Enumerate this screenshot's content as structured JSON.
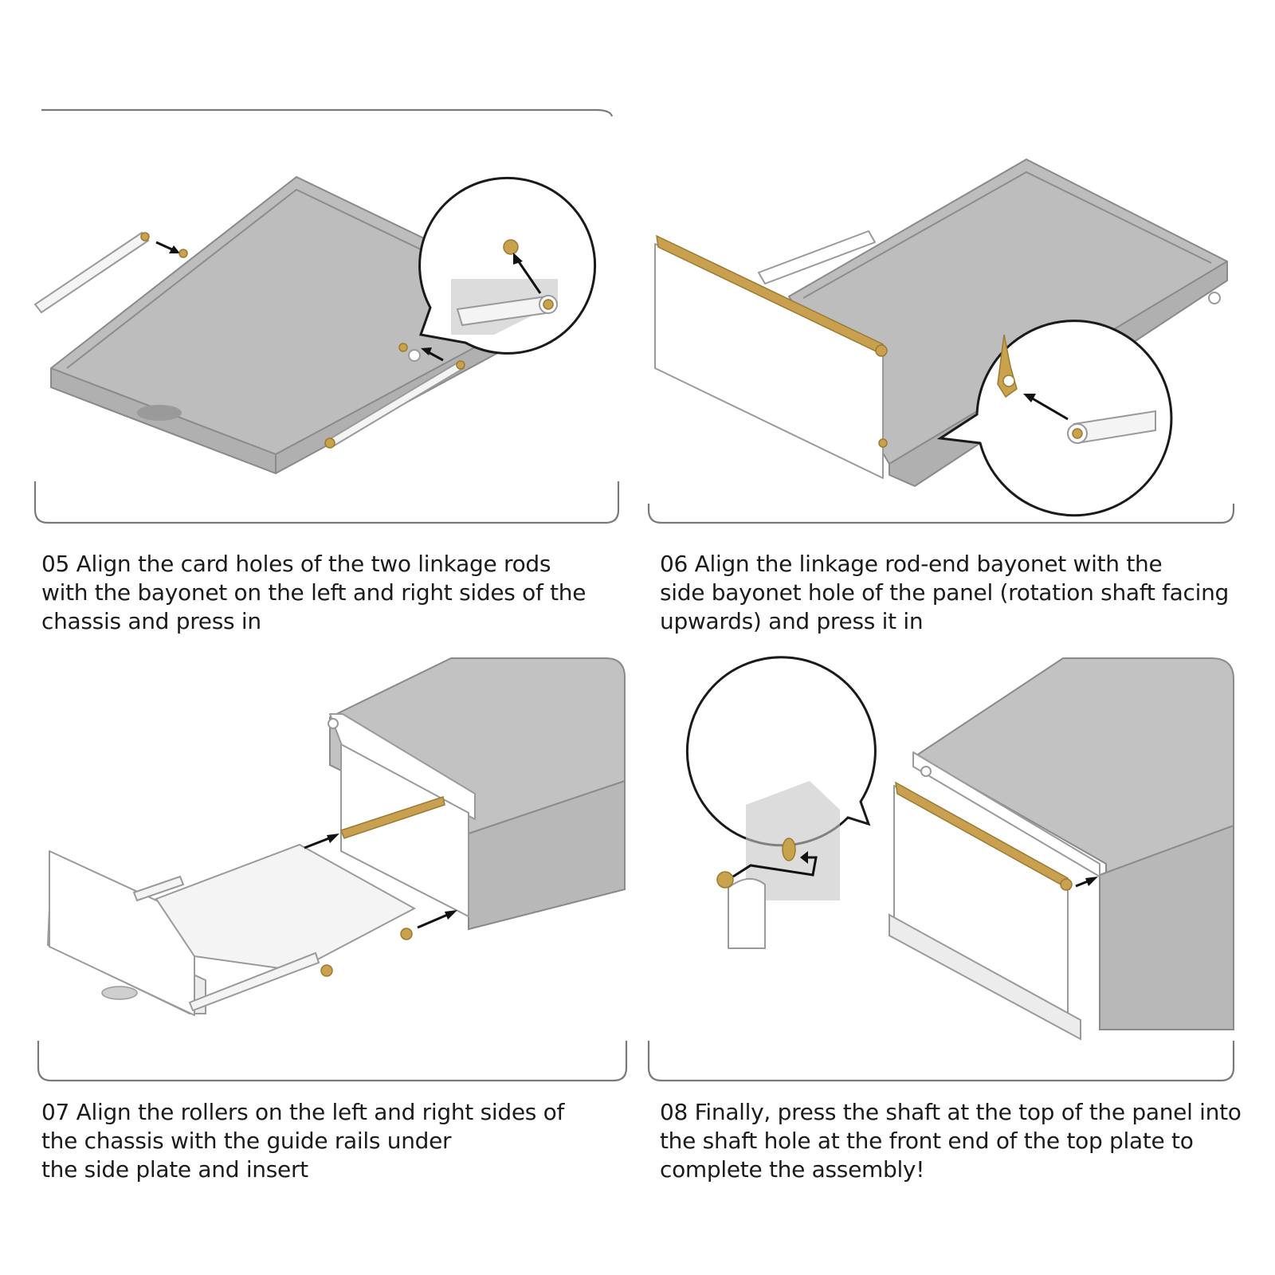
{
  "steps": [
    {
      "id": "05",
      "text": "05 Align the card holes of the two linkage rods\nwith the bayonet on the left and right sides of the\nchassis and press in"
    },
    {
      "id": "06",
      "text": "06 Align the linkage rod-end bayonet with the\nside bayonet hole of the panel (rotation shaft facing\nupwards) and press it in"
    },
    {
      "id": "07",
      "text": "07 Align the rollers on the left and right sides of\nthe chassis with the guide rails under\nthe side plate and insert"
    },
    {
      "id": "08",
      "text": "08 Finally, press the shaft at the top of the panel into\nthe shaft hole at the front end of the top plate to\ncomplete the assembly!"
    }
  ],
  "colors": {
    "tray": "#bdbdbd",
    "gold_accent": "#c9a24e",
    "line": "#7a7a7a",
    "arrow": "#111111"
  }
}
